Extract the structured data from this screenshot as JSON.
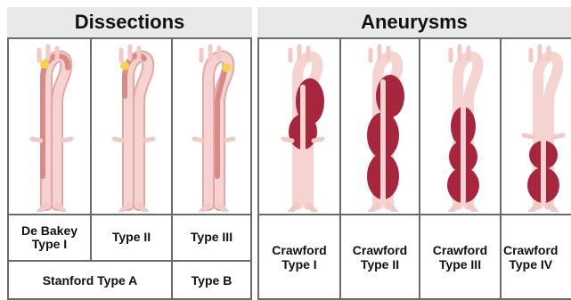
{
  "dissections": {
    "title": "Dissections",
    "debakey_type1_line1": "De Bakey",
    "debakey_type1_line2": "Type I",
    "type2": "Type II",
    "type3": "Type III",
    "stanford_a": "Stanford Type A",
    "stanford_b": "Type B"
  },
  "aneurysms": {
    "title": "Aneurysms",
    "items": [
      {
        "line1": "Crawford",
        "line2": "Type I"
      },
      {
        "line1": "Crawford",
        "line2": "Type II"
      },
      {
        "line1": "Crawford",
        "line2": "Type III"
      },
      {
        "line1": "Crawford",
        "line2": "Type IV"
      }
    ]
  },
  "colors": {
    "border": "#6a6a6a",
    "header_bg": "#e9e9e9",
    "aorta_fill": "#f5d3d1",
    "aorta_outline": "#e6a6a3",
    "dissection_channel": "#d98a86",
    "aneurysm_fill": "#a8263d",
    "flap_highlight": "#f3d44a",
    "vessel_stub": "#f2c9c5"
  }
}
